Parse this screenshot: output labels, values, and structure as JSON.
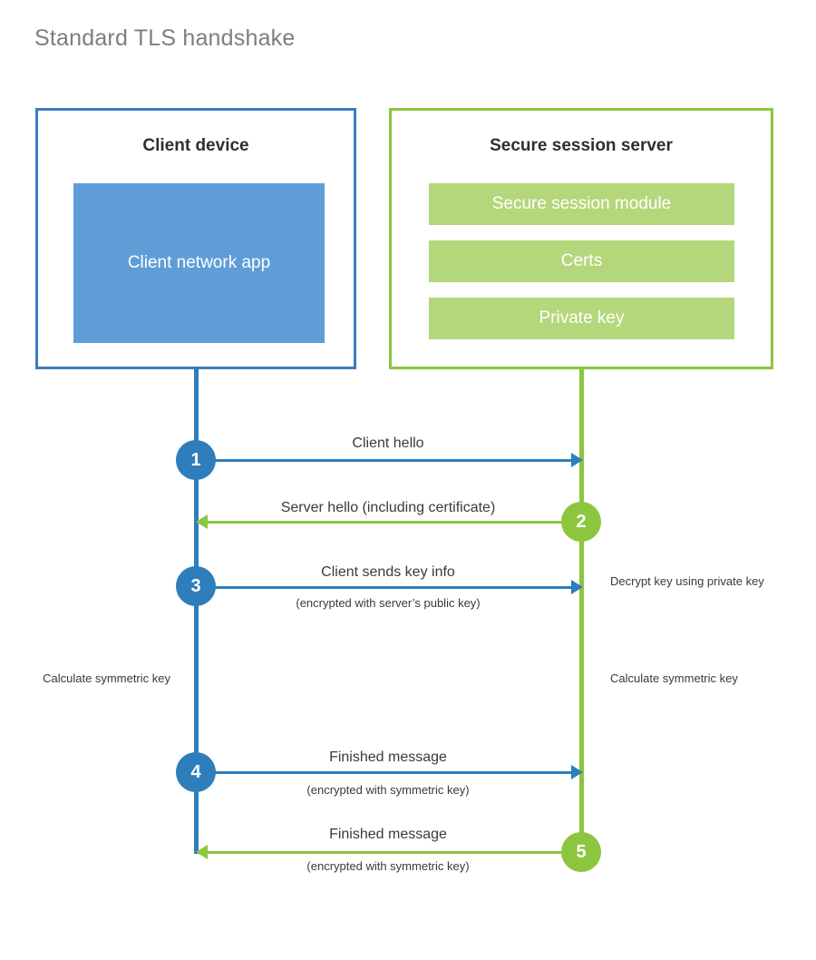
{
  "title": "Standard TLS handshake",
  "client": {
    "title": "Client device",
    "app_block": "Client network app"
  },
  "server": {
    "title": "Secure session server",
    "bars": [
      {
        "label": "Secure session module"
      },
      {
        "label": "Certs"
      },
      {
        "label": "Private key"
      }
    ]
  },
  "steps": [
    {
      "number": "1",
      "label": "Client hello",
      "sublabel": "",
      "direction": "client-to-server",
      "color": "#2e7ebb"
    },
    {
      "number": "2",
      "label": "Server hello (including certificate)",
      "sublabel": "",
      "direction": "server-to-client",
      "color": "#8cc63f"
    },
    {
      "number": "3",
      "label": "Client sends key info",
      "sublabel": "(encrypted with server’s public key)",
      "direction": "client-to-server",
      "color": "#2e7ebb"
    },
    {
      "number": "4",
      "label": "Finished message",
      "sublabel": "(encrypted with symmetric key)",
      "direction": "client-to-server",
      "color": "#2e7ebb"
    },
    {
      "number": "5",
      "label": "Finished message",
      "sublabel": "(encrypted with symmetric key)",
      "direction": "server-to-client",
      "color": "#8cc63f"
    }
  ],
  "notes": {
    "decrypt_key": "Decrypt key using private key",
    "calculate_symmetric_key_client": "Calculate symmetric key",
    "calculate_symmetric_key_server": "Calculate symmetric key"
  },
  "colors": {
    "client_accent": "#2e7ebb",
    "client_border": "#3d7cc0",
    "client_fill": "#5f9dd7",
    "server_accent": "#8cc63f",
    "server_fill": "#b4d77b",
    "title_text": "#7e7e7e",
    "body_text": "#3a3a3a",
    "background": "#ffffff"
  }
}
